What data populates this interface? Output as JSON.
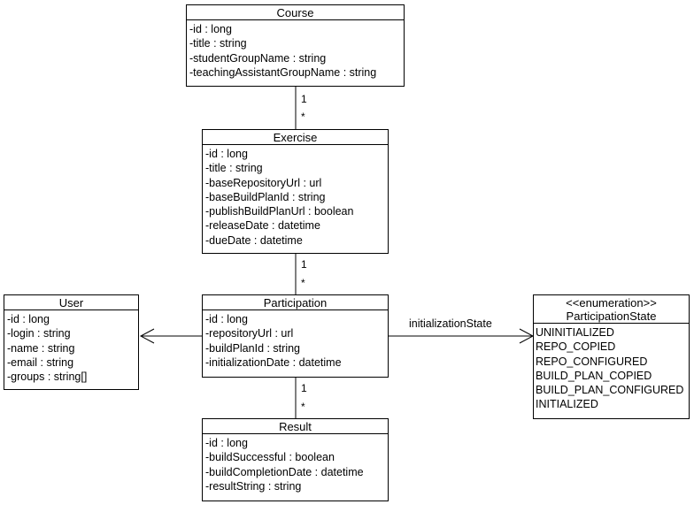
{
  "classes": {
    "course": {
      "name": "Course",
      "attributes": [
        "-id : long",
        "-title : string",
        "-studentGroupName : string",
        "-teachingAssistantGroupName : string"
      ]
    },
    "exercise": {
      "name": "Exercise",
      "attributes": [
        "-id : long",
        "-title : string",
        "-baseRepositoryUrl : url",
        "-baseBuildPlanId : string",
        "-publishBuildPlanUrl : boolean",
        "-releaseDate : datetime",
        "-dueDate : datetime"
      ]
    },
    "user": {
      "name": "User",
      "attributes": [
        "-id : long",
        "-login : string",
        "-name : string",
        "-email : string",
        "-groups : string[]"
      ]
    },
    "participation": {
      "name": "Participation",
      "attributes": [
        "-id : long",
        "-repositoryUrl : url",
        "-buildPlanId : string",
        "-initializationDate : datetime"
      ]
    },
    "result": {
      "name": "Result",
      "attributes": [
        "-id : long",
        "-buildSuccessful : boolean",
        "-buildCompletionDate : datetime",
        "-resultString : string"
      ]
    },
    "participation_state": {
      "stereotype": "<<enumeration>>",
      "name": "ParticipationState",
      "values": [
        "UNINITIALIZED",
        "REPO_COPIED",
        "REPO_CONFIGURED",
        "BUILD_PLAN_COPIED",
        "BUILD_PLAN_CONFIGURED",
        "INITIALIZED"
      ]
    }
  },
  "associations": {
    "course_exercise": {
      "source_mult": "1",
      "target_mult": "*"
    },
    "exercise_participation": {
      "source_mult": "1",
      "target_mult": "*"
    },
    "participation_result": {
      "source_mult": "1",
      "target_mult": "*"
    },
    "participation_state": {
      "label": "initializationState"
    }
  }
}
